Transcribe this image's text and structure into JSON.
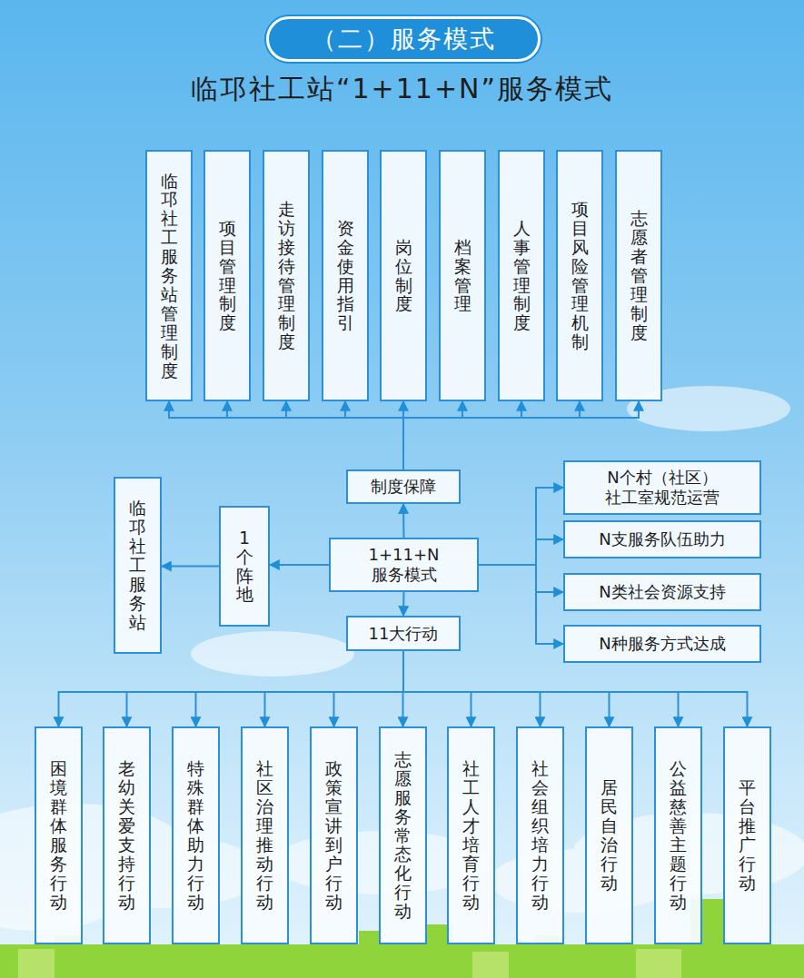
{
  "diagram": {
    "title": "临邛社工站“1+11+N”服务模式",
    "nodes": [
      {
        "text": [
          "（二）服务模式"
        ]
      },
      {
        "text": [
          "临邛社工服务站管理制度"
        ]
      },
      {
        "text": [
          "项目管理制度"
        ]
      },
      {
        "text": [
          "走访接待管理制度"
        ]
      },
      {
        "text": [
          "资金使用指引"
        ]
      },
      {
        "text": [
          "岗位制度"
        ]
      },
      {
        "text": [
          "档案管理"
        ]
      },
      {
        "text": [
          "人事管理制度"
        ]
      },
      {
        "text": [
          "项目风险管理机制"
        ]
      },
      {
        "text": [
          "志愿者管理制度"
        ]
      },
      {
        "text": [
          "制度保障"
        ]
      },
      {
        "text": [
          "临邛社工服务站"
        ]
      },
      {
        "text": [
          "1个阵地"
        ]
      },
      {
        "text": [
          "1+11+N 服务模式"
        ]
      },
      {
        "text": [
          "N个村（社区） 社工室规范运营"
        ]
      },
      {
        "text": [
          "N支服务队伍助力"
        ]
      },
      {
        "text": [
          "N类社会资源支持"
        ]
      },
      {
        "text": [
          "N种服务方式达成"
        ]
      },
      {
        "text": [
          "11大行动"
        ]
      },
      {
        "text": [
          "困境群体服务行动"
        ]
      },
      {
        "text": [
          "老幼关爱支持行动"
        ]
      },
      {
        "text": [
          "特殊群体助力行动"
        ]
      },
      {
        "text": [
          "社区治理推动行动"
        ]
      },
      {
        "text": [
          "政策宣讲到户行动"
        ]
      },
      {
        "text": [
          "志愿服务常态化行动"
        ]
      },
      {
        "text": [
          "社工人才培育行动"
        ]
      },
      {
        "text": [
          "社会组织培力行动"
        ]
      },
      {
        "text": [
          "居民自治行动"
        ]
      },
      {
        "text": [
          "公益慈善主题行动"
        ]
      },
      {
        "text": [
          "平台推广行动"
        ]
      }
    ],
    "edges": [
      {
        "from": 13,
        "to": 10,
        "arrow": "to"
      },
      {
        "from": 10,
        "to": 1,
        "arrow": "to"
      },
      {
        "from": 10,
        "to": 2,
        "arrow": "to"
      },
      {
        "from": 10,
        "to": 3,
        "arrow": "to"
      },
      {
        "from": 10,
        "to": 4,
        "arrow": "to"
      },
      {
        "from": 10,
        "to": 5,
        "arrow": "to"
      },
      {
        "from": 10,
        "to": 6,
        "arrow": "to"
      },
      {
        "from": 10,
        "to": 7,
        "arrow": "to"
      },
      {
        "from": 10,
        "to": 8,
        "arrow": "to"
      },
      {
        "from": 10,
        "to": 9,
        "arrow": "to"
      },
      {
        "from": 13,
        "to": 12,
        "arrow": "to"
      },
      {
        "from": 12,
        "to": 11,
        "arrow": "to"
      },
      {
        "from": 13,
        "to": 14,
        "arrow": "to"
      },
      {
        "from": 13,
        "to": 15,
        "arrow": "to"
      },
      {
        "from": 13,
        "to": 16,
        "arrow": "to"
      },
      {
        "from": 13,
        "to": 17,
        "arrow": "to"
      },
      {
        "from": 13,
        "to": 18,
        "arrow": "to"
      },
      {
        "from": 18,
        "to": 19,
        "arrow": "to"
      },
      {
        "from": 18,
        "to": 20,
        "arrow": "to"
      },
      {
        "from": 18,
        "to": 21,
        "arrow": "to"
      },
      {
        "from": 18,
        "to": 22,
        "arrow": "to"
      },
      {
        "from": 18,
        "to": 23,
        "arrow": "to"
      },
      {
        "from": 18,
        "to": 24,
        "arrow": "to"
      },
      {
        "from": 18,
        "to": 25,
        "arrow": "to"
      },
      {
        "from": 18,
        "to": 26,
        "arrow": "to"
      },
      {
        "from": 18,
        "to": 27,
        "arrow": "to"
      },
      {
        "from": 18,
        "to": 28,
        "arrow": "to"
      },
      {
        "from": 18,
        "to": 29,
        "arrow": "to"
      }
    ]
  }
}
